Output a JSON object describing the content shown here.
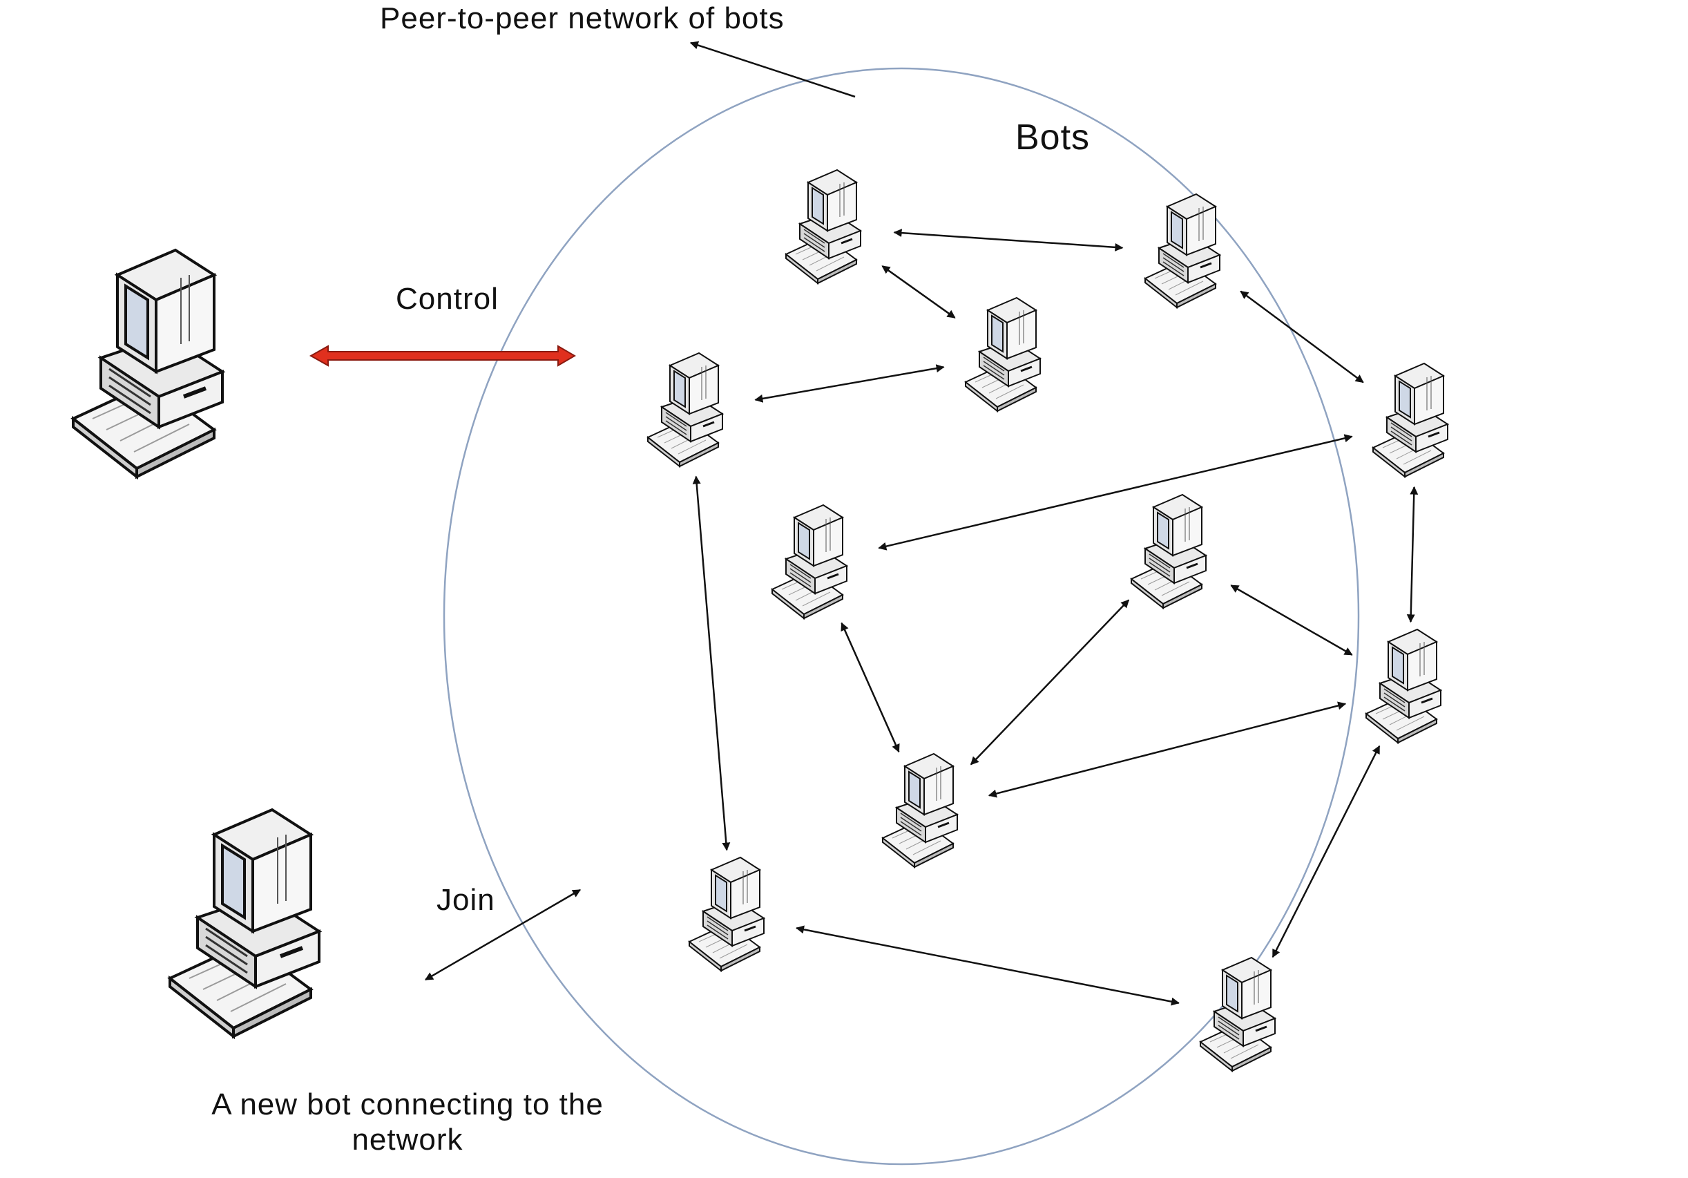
{
  "labels": {
    "title": "Peer-to-peer network of bots",
    "bots": "Bots",
    "control": "Control",
    "join": "Join",
    "new_bot": "A new bot connecting to the network"
  },
  "nodes": [
    {
      "id": "controller",
      "role": "controller"
    },
    {
      "id": "new-bot",
      "role": "new-bot"
    },
    {
      "id": "b1",
      "role": "bot"
    },
    {
      "id": "b2",
      "role": "bot"
    },
    {
      "id": "b3",
      "role": "bot"
    },
    {
      "id": "b4",
      "role": "bot"
    },
    {
      "id": "b5",
      "role": "bot"
    },
    {
      "id": "b6",
      "role": "bot"
    },
    {
      "id": "b7",
      "role": "bot"
    },
    {
      "id": "b8",
      "role": "bot"
    },
    {
      "id": "b9",
      "role": "bot"
    },
    {
      "id": "b10",
      "role": "bot"
    },
    {
      "id": "b11",
      "role": "bot"
    }
  ],
  "edges": [
    [
      "b1",
      "b2"
    ],
    [
      "b1",
      "b4"
    ],
    [
      "b3",
      "b4"
    ],
    [
      "b2",
      "b5"
    ],
    [
      "b3",
      "b10"
    ],
    [
      "b6",
      "b5"
    ],
    [
      "b5",
      "b8"
    ],
    [
      "b6",
      "b9"
    ],
    [
      "b7",
      "b8"
    ],
    [
      "b7",
      "b9"
    ],
    [
      "b9",
      "b8"
    ],
    [
      "b10",
      "b11"
    ],
    [
      "b11",
      "b8"
    ]
  ],
  "colors": {
    "circle": "#8fa3c1",
    "control_arrow": "#e0301e",
    "line": "#111111",
    "screen": "#cfd8e6"
  }
}
